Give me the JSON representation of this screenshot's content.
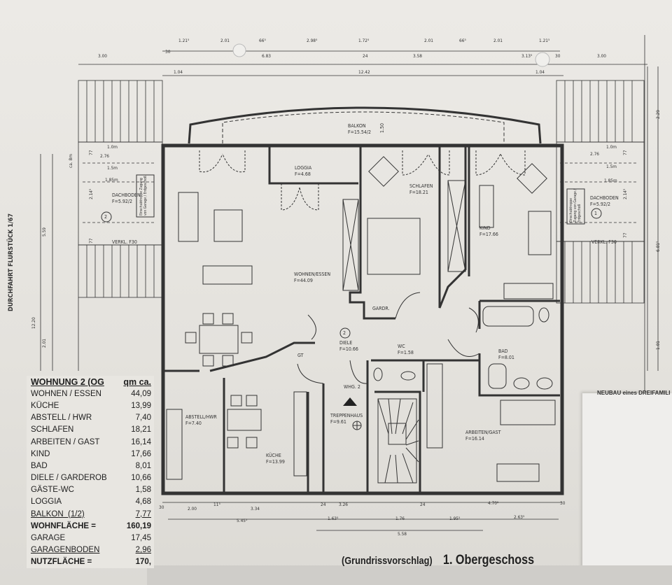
{
  "plan": {
    "title_prefix": "(Grundrissvorschlag)",
    "title": "1. Obergeschoss",
    "side_label": "DURCHFAHRT FLURSTÜCK 1/67",
    "project_label": "NEUBAU eines DREIFAMILI",
    "rooms": {
      "balkon": {
        "name": "BALKON",
        "area": "F=15.54/2"
      },
      "loggia": {
        "name": "LOGGIA",
        "area": "F=4.68"
      },
      "schlafen": {
        "name": "SCHLAFEN",
        "area": "F=18.21"
      },
      "kind": {
        "name": "KIND",
        "area": "F=17.66"
      },
      "wohnen": {
        "name": "WOHNEN/ESSEN",
        "area": "F=44.09"
      },
      "gardr": {
        "name": "GARDR."
      },
      "diele": {
        "name": "DIELE",
        "area": "F=10.66",
        "unit_no": "2"
      },
      "wc": {
        "name": "WC",
        "area": "F=1.58"
      },
      "bad": {
        "name": "BAD",
        "area": "F=8.01"
      },
      "gt": {
        "name": "GT"
      },
      "abstell": {
        "name": "ABSTELL/HWR",
        "area": "F=7.40"
      },
      "kueche": {
        "name": "KÜCHE",
        "area": "F=13.99"
      },
      "treppenhaus": {
        "name": "TREPPENHAUS",
        "area": "F=9.61",
        "unit": "WHG. 2"
      },
      "arbeiten": {
        "name": "ARBEITEN/GAST",
        "area": "F=16.14"
      },
      "dachboden_left": {
        "name": "DACHBODEN",
        "area": "F=5.92/2",
        "no": "2",
        "verkl": "VERKL. F30",
        "note": "Einschubtreppe Zugang von Garage / Erdgeschoß"
      },
      "dachboden_right": {
        "name": "DACHBODEN",
        "area": "F=5.92/2",
        "no": "1",
        "verkl": "VERKL. F30",
        "note": "Einschubtreppe Zugang von Garage / Erdgeschoß"
      }
    },
    "dims_top_1": [
      "1.21⁵",
      "2.01",
      "66⁵",
      "2.98⁵",
      "1.72⁵",
      "2.01",
      "66⁵",
      "2.01",
      "1.21⁵"
    ],
    "dims_top_2": [
      "3.00",
      "30",
      "6.83",
      "24",
      "3.58",
      "3.13⁵",
      "30",
      "3.00"
    ],
    "dims_top_3": [
      "1.04",
      "12.42",
      "1.04"
    ],
    "dims_bottom_1": [
      "30",
      "2.00",
      "11⁵",
      "3.34",
      "24",
      "3.26",
      "24",
      "4.70⁵",
      "30"
    ],
    "dims_bottom_2": [
      "5.45⁵",
      "1.63⁵",
      "1.76",
      "1.95⁵",
      "2.63⁵"
    ],
    "dims_bottom_3": [
      "5.58"
    ],
    "dims_left": [
      "ca. 8m",
      "5.59",
      "12.20",
      "2.01",
      "77",
      "2.14⁵",
      "77"
    ],
    "dims_right": [
      "2.29",
      "6.81⁵",
      "1.01",
      "77",
      "2.14⁵",
      "77"
    ],
    "dachboden_dims": [
      "1.0m",
      "2.76",
      "1.5m",
      "1.85m"
    ],
    "balkon_depth": "1.50"
  },
  "area_table": {
    "header": "WOHNUNG 2 (OG",
    "unit_header": "qm ca.",
    "rows": [
      {
        "label": "WOHNEN / ESSEN",
        "value": "44,09"
      },
      {
        "label": "KÜCHE",
        "value": "13,99"
      },
      {
        "label": "ABSTELL / HWR",
        "value": "7,40"
      },
      {
        "label": "SCHLAFEN",
        "value": "18,21"
      },
      {
        "label": "ARBEITEN / GAST",
        "value": "16,14"
      },
      {
        "label": "KIND",
        "value": "17,66"
      },
      {
        "label": "BAD",
        "value": "8,01"
      },
      {
        "label": "DIELE / GARDEROB",
        "value": "10,66"
      },
      {
        "label": "GÄSTE-WC",
        "value": "1,58"
      },
      {
        "label": "LOGGIA",
        "value": "4,68"
      },
      {
        "label": "BALKON  (1/2)",
        "value": "7,77"
      }
    ],
    "wohnflaeche": {
      "label": "WOHNFLÄCHE =",
      "value": "160,19"
    },
    "garage": {
      "label": "GARAGE",
      "value": "17,45"
    },
    "garagenboden": {
      "label": "GARAGENBODEN",
      "value": "2,96"
    },
    "nutzflaeche": {
      "label": "NUTZFLÄCHE =",
      "value": "170,"
    }
  }
}
